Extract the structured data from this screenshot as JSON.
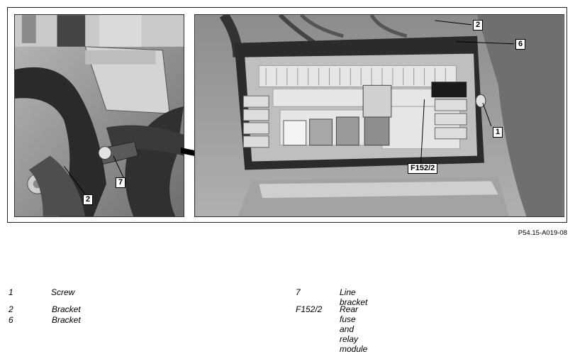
{
  "figure": {
    "code": "P54.15-A019-08",
    "left_callouts": [
      "2",
      "7"
    ],
    "right_callouts": [
      "2",
      "6",
      "1",
      "F152/2"
    ]
  },
  "legend": [
    {
      "id": "1",
      "desc": "Screw"
    },
    {
      "id": "2",
      "desc": "Bracket"
    },
    {
      "id": "6",
      "desc": "Bracket"
    },
    {
      "id": "7",
      "desc": "Line bracket"
    },
    {
      "id": "F152/2",
      "desc": "Rear fuse and relay module"
    }
  ]
}
